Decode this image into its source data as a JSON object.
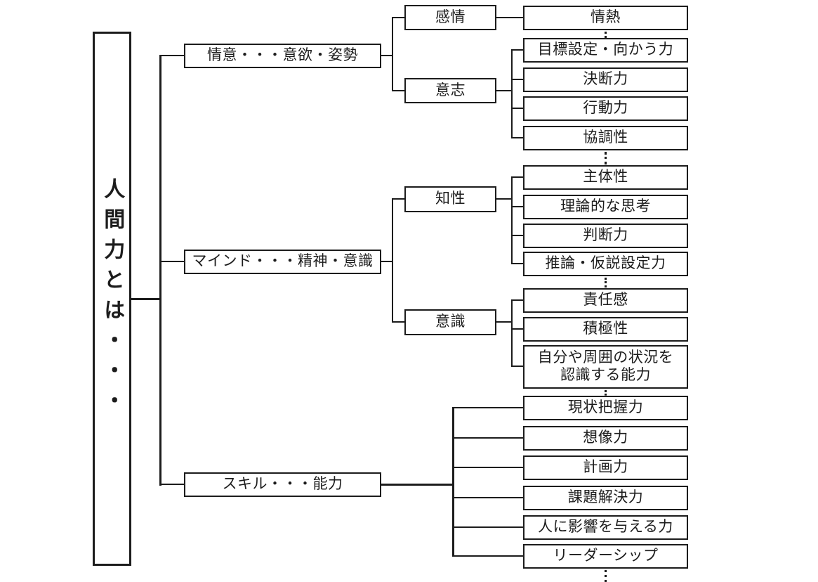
{
  "colors": {
    "background": "#ffffff",
    "line": "#1c1c1c",
    "box_border": "#1c1c1c",
    "text": "#1c1c1c"
  },
  "root": {
    "label": "人間力とは・・・"
  },
  "branches": [
    {
      "label": "情意・・・意欲・姿勢",
      "children": [
        {
          "label": "感情",
          "leaves": [
            {
              "label": "情熱"
            }
          ]
        },
        {
          "label": "意志",
          "leaves": [
            {
              "label": "目標設定・向かう力"
            },
            {
              "label": "決断力"
            },
            {
              "label": "行動力"
            },
            {
              "label": "協調性"
            }
          ]
        }
      ]
    },
    {
      "label": "マインド・・・精神・意識",
      "children": [
        {
          "label": "知性",
          "leaves": [
            {
              "label": "主体性"
            },
            {
              "label": "理論的な思考"
            },
            {
              "label": "判断力"
            },
            {
              "label": "推論・仮説設定力"
            }
          ]
        },
        {
          "label": "意識",
          "leaves": [
            {
              "label": "責任感"
            },
            {
              "label": "積極性"
            },
            {
              "label": "自分や周囲の状況を\n認識する能力"
            }
          ]
        }
      ]
    },
    {
      "label": "スキル・・・能力",
      "leaves": [
        {
          "label": "現状把握力"
        },
        {
          "label": "想像力"
        },
        {
          "label": "計画力"
        },
        {
          "label": "課題解決力"
        },
        {
          "label": "人に影響を与える力"
        },
        {
          "label": "リーダーシップ"
        }
      ]
    }
  ]
}
